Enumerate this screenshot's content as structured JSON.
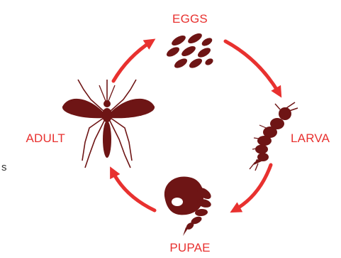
{
  "diagram": {
    "stages": {
      "eggs": {
        "label": "EGGS",
        "icon": "eggs-icon"
      },
      "larva": {
        "label": "LARVA",
        "icon": "larva-icon"
      },
      "pupae": {
        "label": "PUPAE",
        "icon": "pupa-icon"
      },
      "adult": {
        "label": "ADULT",
        "icon": "mosquito-icon"
      }
    },
    "edge_glyph": "s",
    "colors": {
      "label": "#e8312f",
      "arrow": "#e8312f",
      "icon": "#6e1515",
      "edge_glyph": "#333333"
    }
  }
}
